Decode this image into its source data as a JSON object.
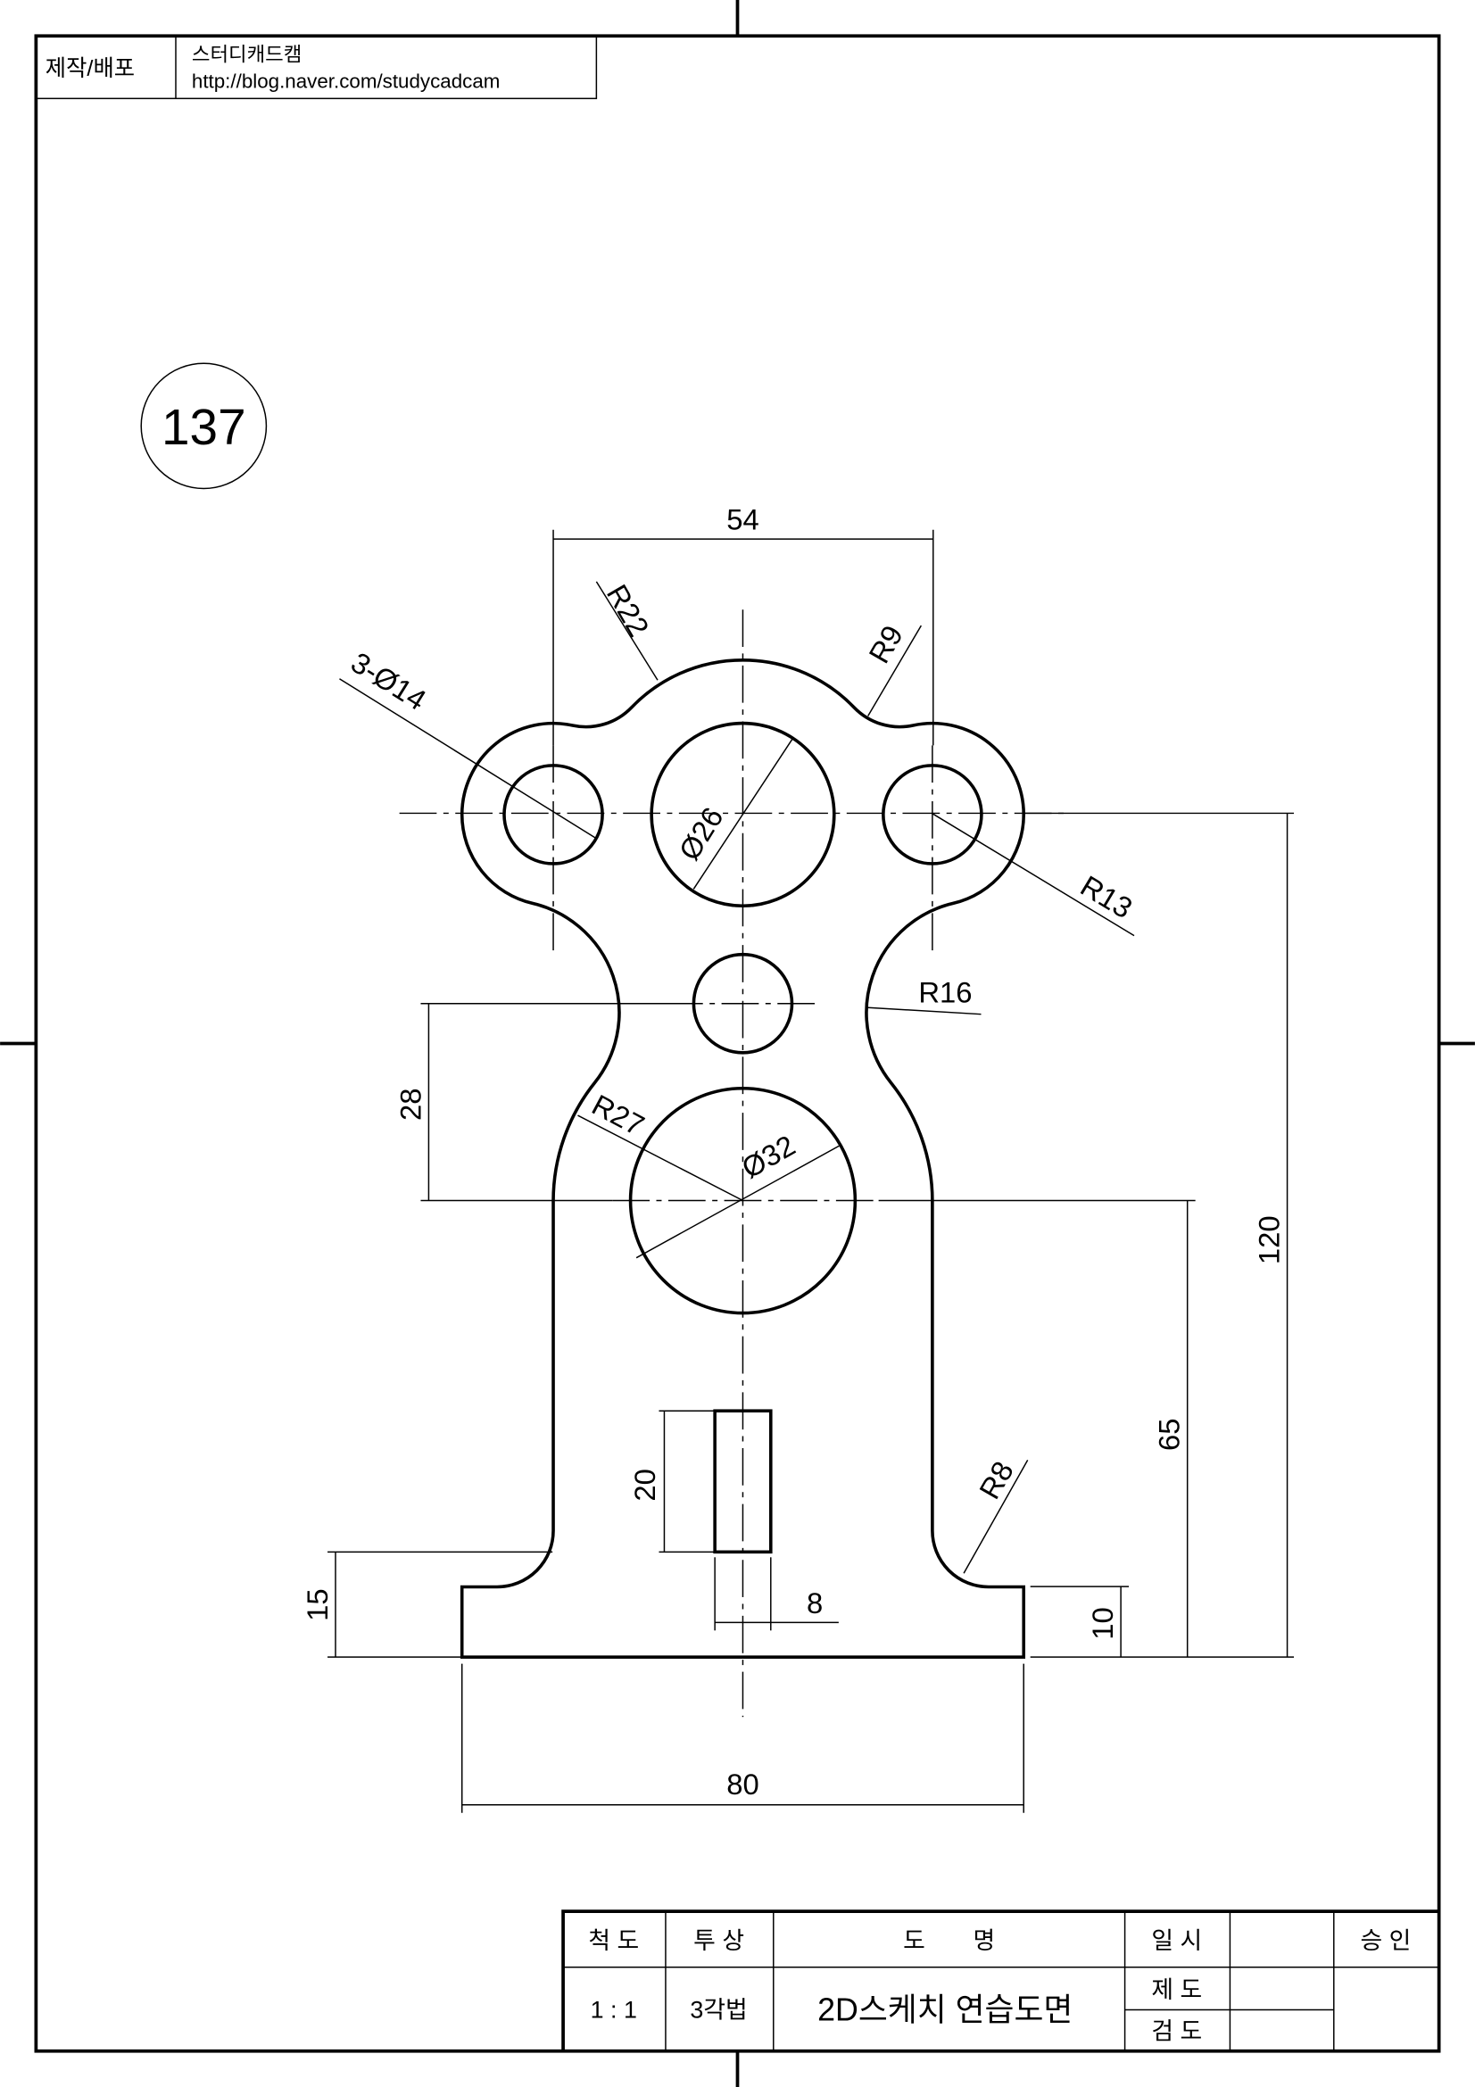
{
  "header": {
    "label": "제작/배포",
    "author": "스터디캐드캠",
    "url": "http://blog.naver.com/studycadcam"
  },
  "drawing_number": "137",
  "dimensions": {
    "d54": "54",
    "r22": "R22",
    "r9": "R9",
    "holes": "3-Ø14",
    "d26": "Ø26",
    "r13": "R13",
    "r16": "R16",
    "d28": "28",
    "r27": "R27",
    "d32": "Ø32",
    "d120": "120",
    "d65": "65",
    "d20": "20",
    "r8": "R8",
    "d15": "15",
    "d8": "8",
    "d10": "10",
    "d80": "80"
  },
  "title_block": {
    "scale_label": "척 도",
    "scale_value": "1 : 1",
    "projection_label": "투 상",
    "projection_value": "3각법",
    "name_label": "도　　명",
    "name_value": "2D스케치 연습도면",
    "date_label": "일 시",
    "drawn_label": "제 도",
    "checked_label": "검 도",
    "approved_label": "승 인"
  }
}
